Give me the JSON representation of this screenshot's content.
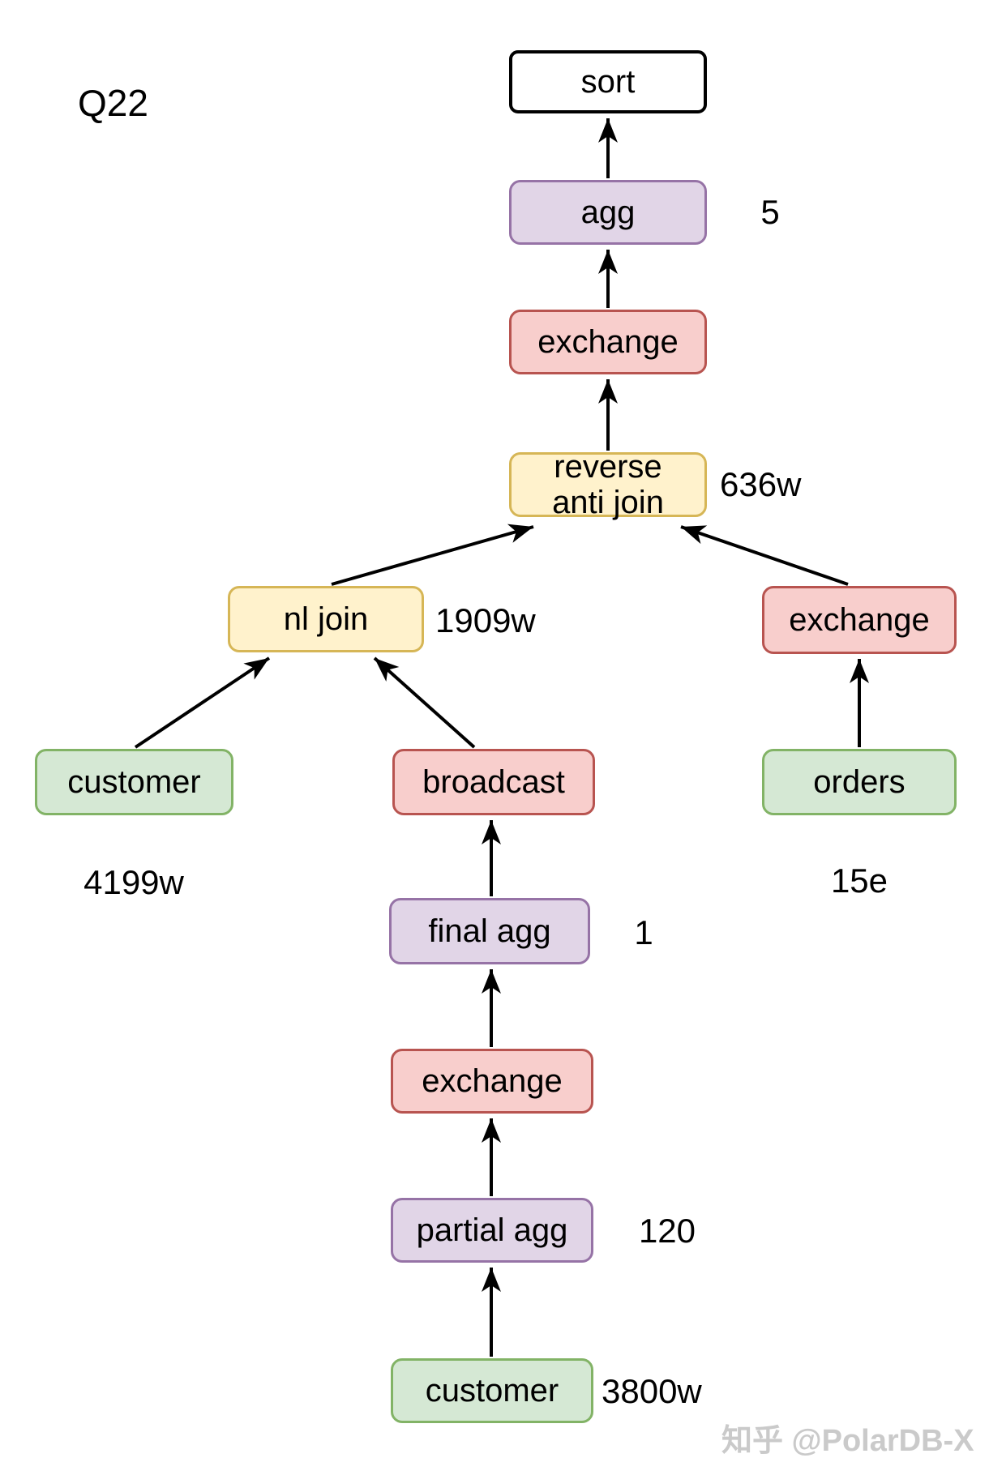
{
  "title": "Q22",
  "watermark": "知乎 @PolarDB-X",
  "colors": {
    "plain_fill": "#FFFFFF",
    "plain_border": "#000000",
    "purple_fill": "#E1D5E7",
    "purple_border": "#9673A6",
    "red_fill": "#F8CECC",
    "red_border": "#B85450",
    "yellow_fill": "#FFF2CC",
    "yellow_border": "#D6B656",
    "green_fill": "#D5E8D4",
    "green_border": "#82B366",
    "arrow": "#000000"
  },
  "nodes": {
    "sort": {
      "label": "sort",
      "type": "plain"
    },
    "agg": {
      "label": "agg",
      "type": "purple",
      "annotation": "5"
    },
    "exchange_top": {
      "label": "exchange",
      "type": "red"
    },
    "reverse_anti_join": {
      "lines": [
        "reverse",
        "anti join"
      ],
      "type": "yellow",
      "annotation": "636w"
    },
    "nl_join": {
      "label": "nl join",
      "type": "yellow",
      "annotation": "1909w"
    },
    "exchange_right": {
      "label": "exchange",
      "type": "red"
    },
    "customer_left": {
      "label": "customer",
      "type": "green",
      "annotation": "4199w"
    },
    "broadcast": {
      "label": "broadcast",
      "type": "red"
    },
    "orders": {
      "label": "orders",
      "type": "green",
      "annotation": "15e"
    },
    "final_agg": {
      "label": "final agg",
      "type": "purple",
      "annotation": "1"
    },
    "exchange_mid": {
      "label": "exchange",
      "type": "red"
    },
    "partial_agg": {
      "label": "partial agg",
      "type": "purple",
      "annotation": "120"
    },
    "customer_bottom": {
      "label": "customer",
      "type": "green",
      "annotation": "3800w"
    }
  },
  "edges": [
    {
      "from": "agg",
      "to": "sort"
    },
    {
      "from": "exchange_top",
      "to": "agg"
    },
    {
      "from": "reverse_anti_join",
      "to": "exchange_top"
    },
    {
      "from": "nl_join",
      "to": "reverse_anti_join"
    },
    {
      "from": "exchange_right",
      "to": "reverse_anti_join"
    },
    {
      "from": "customer_left",
      "to": "nl_join"
    },
    {
      "from": "broadcast",
      "to": "nl_join"
    },
    {
      "from": "orders",
      "to": "exchange_right"
    },
    {
      "from": "final_agg",
      "to": "broadcast"
    },
    {
      "from": "exchange_mid",
      "to": "final_agg"
    },
    {
      "from": "partial_agg",
      "to": "exchange_mid"
    },
    {
      "from": "customer_bottom",
      "to": "partial_agg"
    }
  ]
}
